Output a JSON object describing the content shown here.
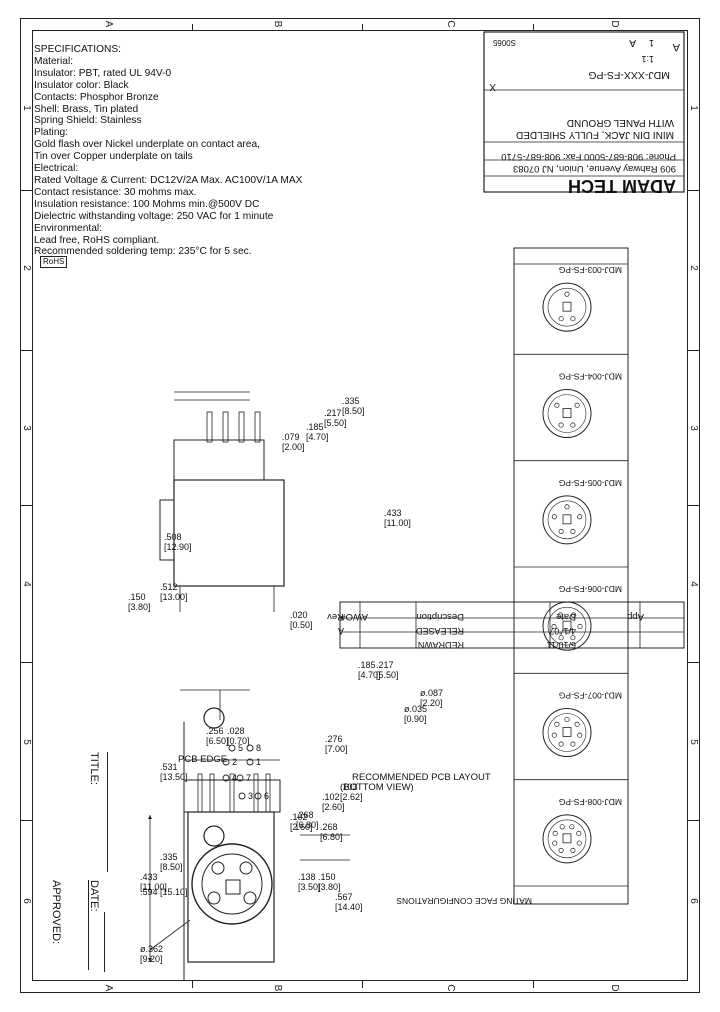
{
  "zones": {
    "letters": [
      "A",
      "B",
      "C",
      "D"
    ],
    "numbers": [
      "1",
      "2",
      "3",
      "4",
      "5",
      "6"
    ]
  },
  "approval": {
    "approved": "APPROVED:",
    "date": "DATE:",
    "title": "TITLE:"
  },
  "specifications": {
    "heading": "SPECIFICATIONS:",
    "lines": [
      "Material:",
      "Insulator: PBT, rated UL 94V-0",
      "Insulator color: Black",
      "Contacts: Phosphor Bronze",
      "Shell: Brass, Tin plated",
      "Spring Shield: Stainless",
      "Plating:",
      "Gold flash over Nickel underplate on contact area,",
      "Tin over Copper underplate on tails",
      "Electrical:",
      "Rated Voltage & Current: DC12V/2A Max. AC100V/1A MAX",
      "Contact resistance: 30 mohms max.",
      "Insulation resistance: 100 Mohms min.@500V DC",
      "Dielectric withstanding voltage: 250 VAC for 1 minute",
      "Environmental:",
      "Lead free, RoHS compliant.",
      "Recommended soldering temp: 235°C for 5 sec."
    ],
    "rohs": "RoHS"
  },
  "mating": {
    "heading": "MATING FACE CONFIGURATIONS",
    "parts": [
      "MDJ-003-FS-PG",
      "MDJ-004-FS-PG",
      "MDJ-005-FS-PG",
      "MDJ-006-FS-PG",
      "MDJ-007-FS-PG",
      "MDJ-008-FS-PG"
    ]
  },
  "dims_top": {
    "d1": ".567",
    "d1m": "[14.40]",
    "d2": ".150",
    "d2m": "[3.80]",
    "d3": ".138",
    "d3m": "[3.50]",
    "d4": ".268",
    "d4m": "[6.80]",
    "d5": ".102",
    "d5m": "[2.60]",
    "d6": ".103",
    "d6m": "[2.62]",
    "d7": ".276",
    "d7m": "[7.00]",
    "d8": ".028",
    "d8m": "[0.70]",
    "d9": ".256",
    "d9m": "[6.50]",
    "d10": ".594",
    "d10m": "[15.10]",
    "d11": "ø.362",
    "d11m": "[9.20]"
  },
  "dims_side": {
    "a": ".150",
    "am": "[3.80]",
    "b": ".512",
    "bm": "[13.00]",
    "c": ".079",
    "cm": "[2.00]",
    "d": ".185",
    "dm": "[4.70]",
    "e": ".217",
    "em": "[5.50]",
    "f": ".335",
    "fm": "[8.50]",
    "g": ".433",
    "gm": "[11.00]",
    "h": ".508",
    "hm": "[12.90]",
    "i": ".020",
    "im": "[0.50]"
  },
  "pcb": {
    "title": "RECOMMENDED PCB LAYOUT",
    "subtitle": "(BOTTOM VIEW)",
    "edge": "PCB EDGE",
    "dims": {
      "a": ".217",
      "am": "[5.50]",
      "b": ".185",
      "bm": "[4.70]",
      "c": "ø.087",
      "cm": "[2.20]",
      "d": "ø.035",
      "dm": "[0.90]",
      "e": ".531",
      "em": "[13.50]",
      "f": ".335",
      "fm": "[8.50]",
      "g": ".433",
      "gm": "[11.00]",
      "h": ".102",
      "hm": "[2.60]",
      "i": ".268",
      "im": "[6.80]"
    },
    "pins": [
      "8",
      "5",
      "2",
      "7",
      "4",
      "1",
      "6",
      "3"
    ]
  },
  "revision": {
    "headers": [
      "Rev",
      "AWO#",
      "Description",
      "Date",
      "App"
    ],
    "rows": [
      {
        "rev": "A",
        "awo": "",
        "desc": "RELEASED",
        "date": "4/1/'07",
        "app": ""
      },
      {
        "rev": "",
        "awo": "",
        "desc": "REDRAWN",
        "date": "6/10/11",
        "app": ""
      }
    ]
  },
  "title_block": {
    "company": "ADAM TECH",
    "address": "909 Rahway Avenue, Union, NJ 07083",
    "phone": "Phone: 908-687-5000  Fax: 908-687-5710",
    "title1": "MINI DIN JACK, FULLY SHIELDED",
    "title2": "WITH PANEL GROUND",
    "part": "MDJ-XXX-FS-PG",
    "size": "A",
    "scale": "1:1",
    "sheet": "1",
    "rev": "A",
    "drawn": "X",
    "dwg": "S0065"
  }
}
